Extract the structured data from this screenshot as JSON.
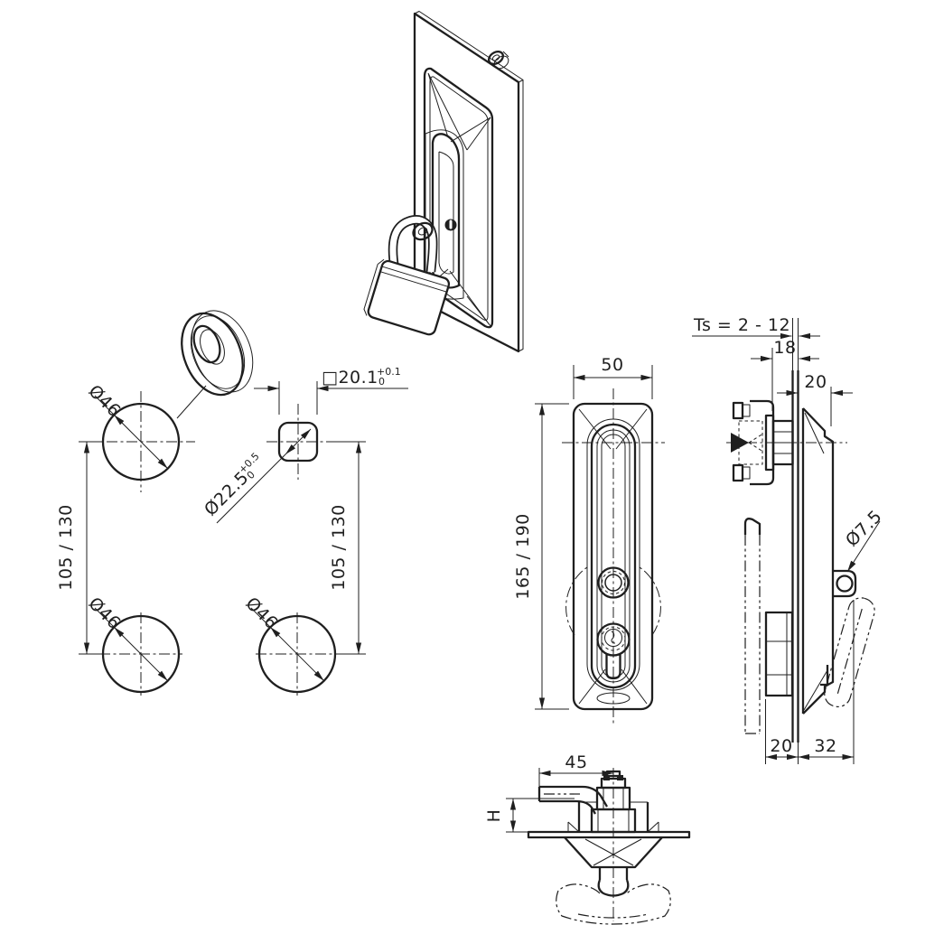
{
  "drawing": {
    "background": "#ffffff",
    "line_color": "#1f1f1f",
    "drilling_pattern": {
      "hole_top_label": "Ø46",
      "hole_bottom_left_label": "Ø46",
      "hole_bottom_right_label": "Ø46",
      "square_cutout": {
        "value": "□20.1",
        "tol_upper": "+0.1",
        "tol_lower": "0"
      },
      "round_cutout": {
        "value": "Ø22.5",
        "tol_upper": "+0.5",
        "tol_lower": "0"
      },
      "pitch_left": "105 / 130",
      "pitch_right": "105 / 130"
    },
    "front_view": {
      "width": "50",
      "height": "165 / 190"
    },
    "side_view": {
      "panel_thickness": "Ts = 2 - 12",
      "inside_depth": "18",
      "front_height": "20",
      "padlock_eye_hole": "Ø7.5",
      "rear_depth": "20",
      "front_projection": "32"
    },
    "bottom_view": {
      "cam_reach": "45",
      "cam_height": "H"
    }
  }
}
